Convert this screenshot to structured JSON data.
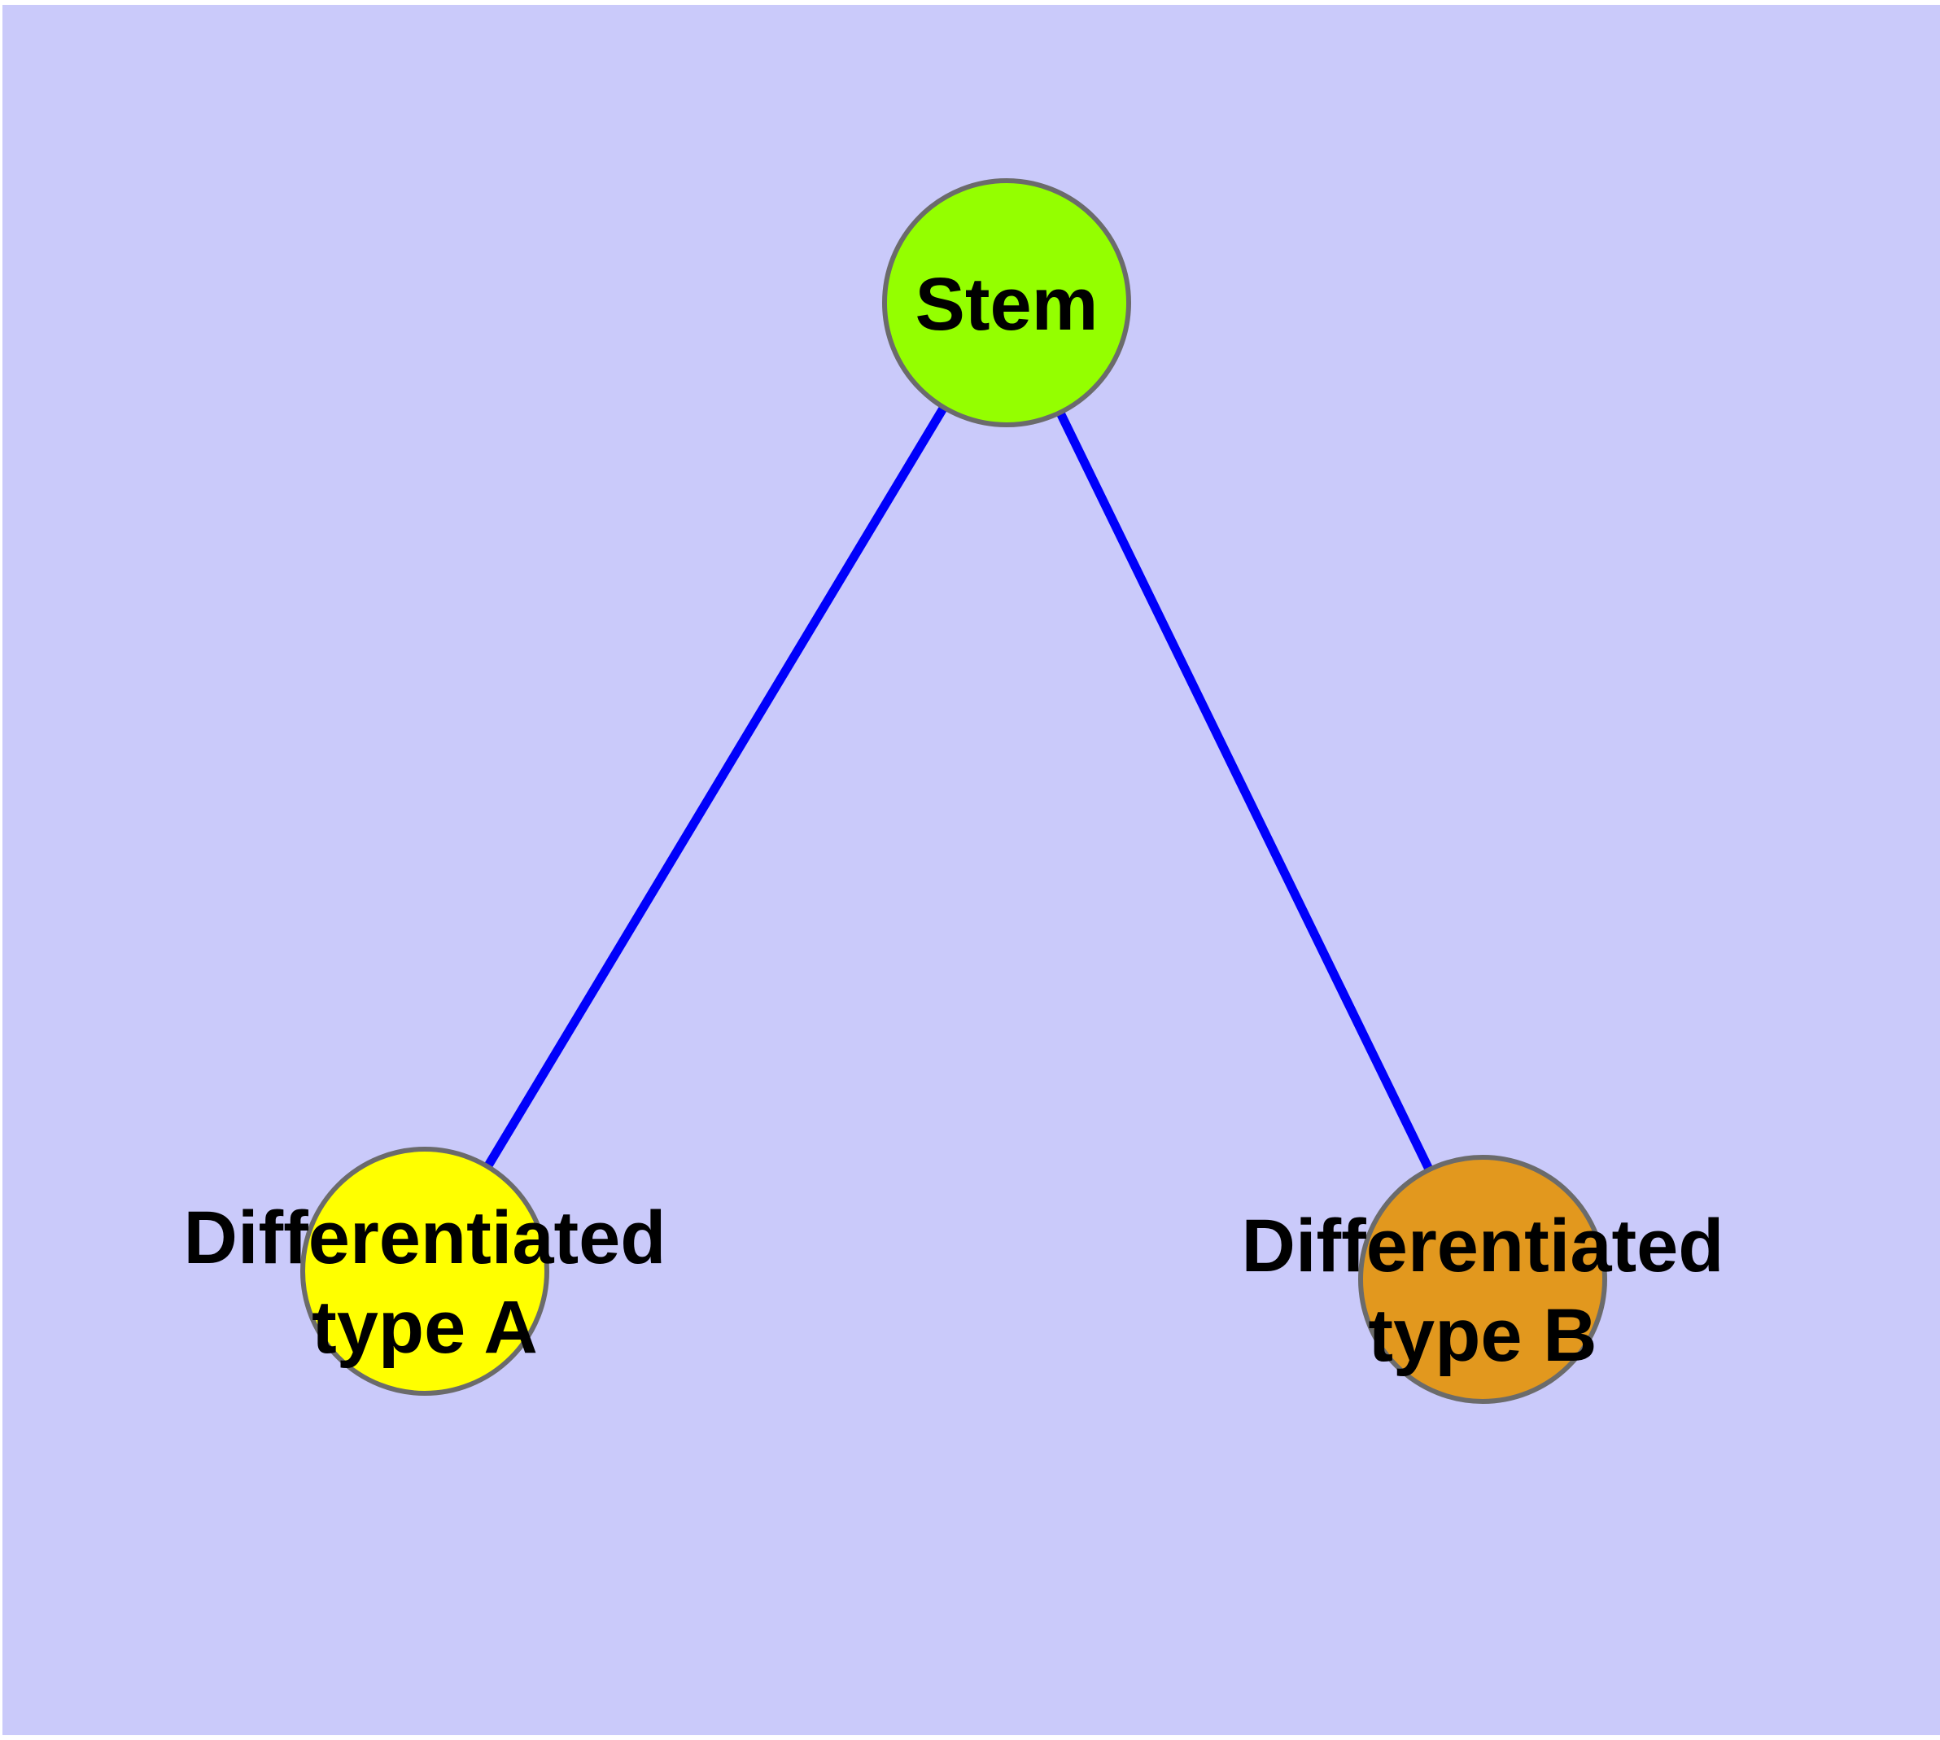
{
  "diagram": {
    "type": "node-link-graph",
    "colors": {
      "background": "#cacafa",
      "edge": "#0000fa",
      "node_border": "#6b6b6b",
      "label_text": "#000000",
      "stem_fill": "#94ff00",
      "type_a_fill": "#ffff00",
      "type_b_fill": "#e2981e"
    },
    "nodes": [
      {
        "id": "stem",
        "label_line1": "Stem",
        "label_line2": "",
        "fill": "#94ff00"
      },
      {
        "id": "differentiated-type-a",
        "label_line1": "Differentiated",
        "label_line2": "type A",
        "fill": "#ffff00"
      },
      {
        "id": "differentiated-type-b",
        "label_line1": "Differentiated",
        "label_line2": "type B",
        "fill": "#e2981e"
      }
    ],
    "edges": [
      {
        "from": "stem",
        "to": "differentiated-type-a"
      },
      {
        "from": "stem",
        "to": "differentiated-type-b"
      }
    ]
  }
}
